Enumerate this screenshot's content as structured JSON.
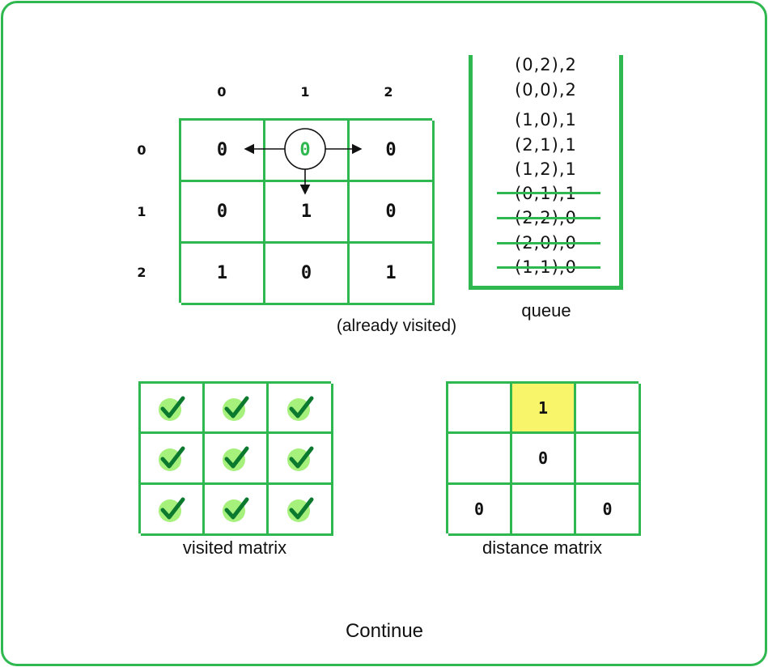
{
  "main_grid": {
    "col_labels": [
      "0",
      "1",
      "2"
    ],
    "row_labels": [
      "0",
      "1",
      "2"
    ],
    "cells": [
      [
        "0",
        "0",
        "0"
      ],
      [
        "0",
        "1",
        "0"
      ],
      [
        "1",
        "0",
        "1"
      ]
    ],
    "current_cell": {
      "row": 0,
      "col": 1
    }
  },
  "annotation": "(already visited)",
  "queue": {
    "label": "queue",
    "items": [
      {
        "text": "(0,2),2",
        "crossed": false
      },
      {
        "text": "(0,0),2",
        "crossed": false
      },
      {
        "text": "(1,0),1",
        "crossed": false
      },
      {
        "text": "(2,1),1",
        "crossed": false
      },
      {
        "text": "(1,2),1",
        "crossed": false
      },
      {
        "text": "(0,1),1",
        "crossed": true
      },
      {
        "text": "(2,2),0",
        "crossed": true
      },
      {
        "text": "(2,0),0",
        "crossed": true
      },
      {
        "text": "(1,1),0",
        "crossed": true
      }
    ]
  },
  "visited_matrix": {
    "label": "visited matrix",
    "cells": [
      [
        true,
        true,
        true
      ],
      [
        true,
        true,
        true
      ],
      [
        true,
        true,
        true
      ]
    ]
  },
  "distance_matrix": {
    "label": "distance matrix",
    "cells": [
      [
        "",
        "1",
        ""
      ],
      [
        "",
        "0",
        ""
      ],
      [
        "0",
        "",
        "0"
      ]
    ],
    "highlight": {
      "row": 0,
      "col": 1
    }
  },
  "continue_label": "Continue",
  "colors": {
    "accent": "#2fb84f",
    "highlight": "#f8f56a",
    "check_fill": "#a6f07c",
    "check_mark": "#0b7a2e"
  }
}
